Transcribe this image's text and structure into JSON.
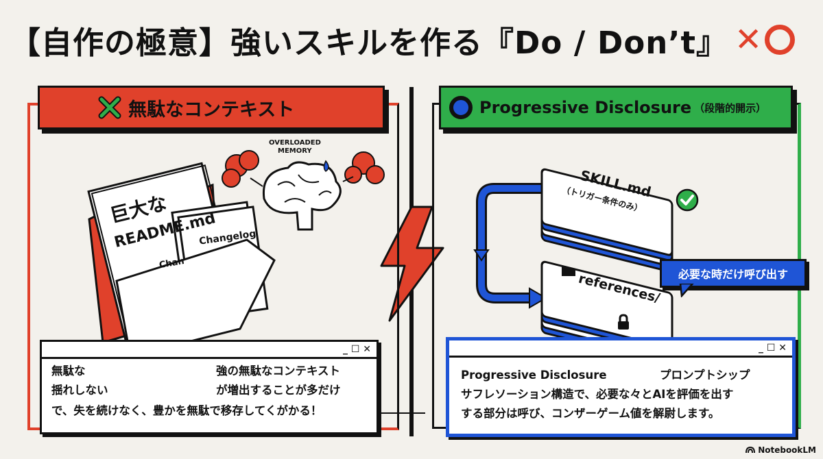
{
  "title": {
    "main": "【自作の極意】強いスキルを作る『Do / Don’t』",
    "mark_x": "✕"
  },
  "left": {
    "header": "無駄なコンテキスト",
    "header_icon": "x-mark-icon",
    "brain_label_1": "OVERLOADED",
    "brain_label_2": "MEMORY",
    "doc_big_1": "巨大な",
    "doc_big_2": "README.md",
    "doc_changelog": "Changelog",
    "doc_chan": "Chan",
    "body_col1_line1": "無駄な",
    "body_col1_line2": "揺れしない",
    "body_col2_line1": "強の無駄なコンテキスト",
    "body_col2_line2": "が増出することが多だけ",
    "body_line3": "で、失を続けなく、豊かを無駄で移存してくがかる！"
  },
  "right": {
    "header": "Progressive Disclosure",
    "header_suffix": "（段階的開示）",
    "header_icon": "circle-mark-icon",
    "card_top_1": "SKILL.md",
    "card_top_2": "（トリガー条件のみ）",
    "card_bottom": "references/",
    "bubble": "必要な時だけ呼び出す",
    "body_col1_line1": "Progressive Disclosure",
    "body_col2_line1": "プロンプトシップ",
    "body_line2": "サフレソーション構造で、必要な々とAIを評価を出す",
    "body_line3": "する部分は呼び、コンザーゲーム値を解尉します。"
  },
  "window_controls": "_ ☐ ✕",
  "footer": "NotebookLM",
  "colors": {
    "red": "#e0412b",
    "green": "#2fae4a",
    "blue": "#1f55d6",
    "bg": "#f3f1ec"
  }
}
